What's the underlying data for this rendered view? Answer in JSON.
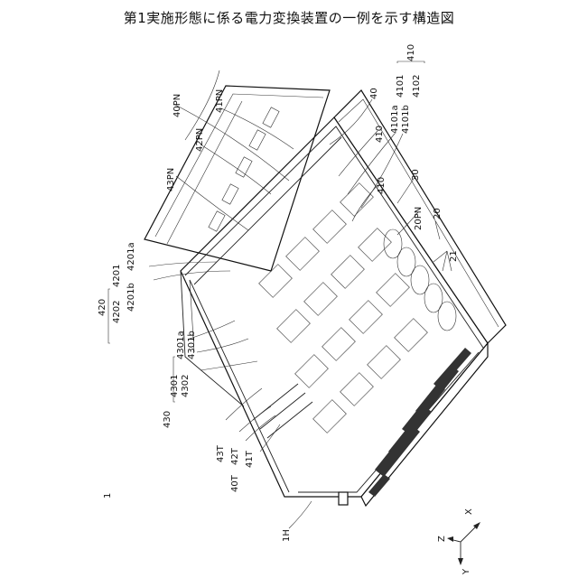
{
  "title": "第1実施形態に係る電力変換装置の一例を示す構造図",
  "labels": {
    "l1": "1",
    "l1H": "1H",
    "l20": "20",
    "l20PN": "20PN",
    "l21": "21",
    "l30": "30",
    "l40": "40",
    "l40PN": "40PN",
    "l41PN": "41PN",
    "l42PN": "42PN",
    "l43PN": "43PN",
    "l410a": "410",
    "l410b": "410",
    "l4101a": "4101a",
    "l4101b": "4101b",
    "l4101": "4101",
    "l4102": "4102",
    "l410g": "410",
    "l420": "420",
    "l4201": "4201",
    "l4202": "4202",
    "l4201a": "4201a",
    "l4201b": "4201b",
    "l4301a": "4301a",
    "l4301b": "4301b",
    "l4301": "4301",
    "l4302": "4302",
    "l430": "430",
    "l40T": "40T",
    "l41T": "41T",
    "l42T": "42T",
    "l43T": "43T",
    "axZ": "Z",
    "axX": "X",
    "axY": "Y"
  }
}
